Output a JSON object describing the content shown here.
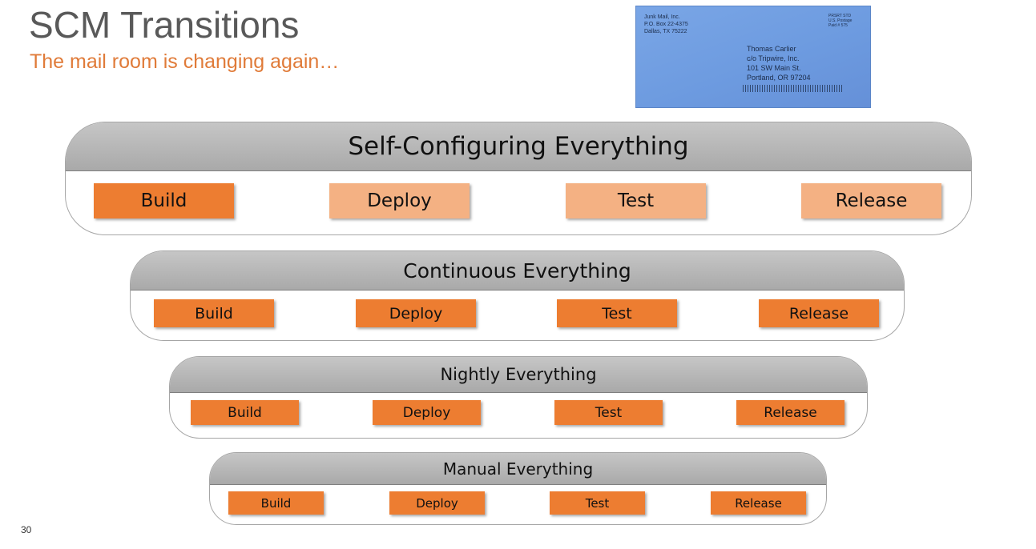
{
  "slide": {
    "title": "SCM Transitions",
    "subtitle": "The mail room is changing again…",
    "page_number": "30"
  },
  "envelope": {
    "return_address": [
      "Junk Mail, Inc.",
      "P.O. Box 22-4375",
      "Dallas, TX 75222"
    ],
    "postage": [
      "PRSRT STD",
      "U.S. Postage",
      "Paid # 575"
    ],
    "recipient": [
      "Thomas Carlier",
      "c/o Tripwire, Inc.",
      "101 SW Main St.",
      "Portland, OR 97204"
    ]
  },
  "tiers": [
    {
      "title": "Self-Configuring Everything",
      "steps": [
        "Build",
        "Deploy",
        "Test",
        "Release"
      ],
      "highlighted_step": "Build"
    },
    {
      "title": "Continuous Everything",
      "steps": [
        "Build",
        "Deploy",
        "Test",
        "Release"
      ]
    },
    {
      "title": "Nightly Everything",
      "steps": [
        "Build",
        "Deploy",
        "Test",
        "Release"
      ]
    },
    {
      "title": "Manual Everything",
      "steps": [
        "Build",
        "Deploy",
        "Test",
        "Release"
      ]
    }
  ],
  "colors": {
    "title": "#595959",
    "subtitle": "#E07B39",
    "step_active": "#ED7D31",
    "step_inactive": "#F4B183",
    "tier_header": "#A9A9A9",
    "envelope": "#6D9BE0"
  }
}
